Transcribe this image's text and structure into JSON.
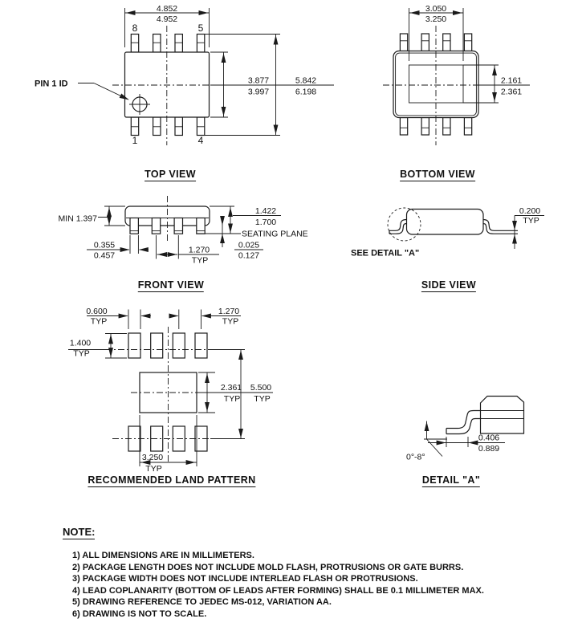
{
  "colors": {
    "line": "#1a1a1a",
    "background": "#ffffff"
  },
  "labels": {
    "typ": "TYP"
  },
  "views": {
    "top": {
      "title": "TOP VIEW",
      "pin1_id": "PIN 1 ID",
      "pin_8": "8",
      "pin_5": "5",
      "pin_1": "1",
      "pin_4": "4",
      "width_min": "4.852",
      "width_max": "4.952",
      "body_h_min": "3.877",
      "body_h_max": "3.997",
      "overall_min": "5.842",
      "overall_max": "6.198"
    },
    "bottom": {
      "title": "BOTTOM VIEW",
      "pad_w_min": "3.050",
      "pad_w_max": "3.250",
      "pad_h_min": "2.161",
      "pad_h_max": "2.361"
    },
    "front": {
      "title": "FRONT VIEW",
      "min_height": "MIN 1.397",
      "height_min": "1.422",
      "height_max": "1.700",
      "seating_plane": "SEATING PLANE",
      "lead_w_min": "0.355",
      "lead_w_max": "0.457",
      "pitch": "1.270",
      "standoff_min": "0.025",
      "standoff_max": "0.127"
    },
    "side": {
      "title": "SIDE VIEW",
      "see_detail": "SEE DETAIL \"A\"",
      "lead_thk": "0.200"
    },
    "land": {
      "title": "RECOMMENDED LAND PATTERN",
      "pad_w": "0.600",
      "pitch": "1.270",
      "pad_h": "1.400",
      "center_h": "2.361",
      "span": "5.500",
      "center_w": "3.250"
    },
    "detail": {
      "title": "DETAIL \"A\"",
      "foot_min": "0.406",
      "foot_max": "0.889",
      "angle": "0°-8°"
    }
  },
  "notes": {
    "title": "NOTE:",
    "items": [
      "1) ALL DIMENSIONS ARE IN MILLIMETERS.",
      "2) PACKAGE LENGTH DOES NOT INCLUDE MOLD FLASH, PROTRUSIONS OR GATE BURRS.",
      "3) PACKAGE WIDTH DOES NOT INCLUDE INTERLEAD FLASH OR PROTRUSIONS.",
      "4) LEAD COPLANARITY (BOTTOM OF LEADS AFTER FORMING) SHALL BE 0.1 MILLIMETER MAX.",
      "5) DRAWING REFERENCE TO JEDEC MS-012, VARIATION AA.",
      "6) DRAWING IS NOT TO SCALE."
    ]
  }
}
